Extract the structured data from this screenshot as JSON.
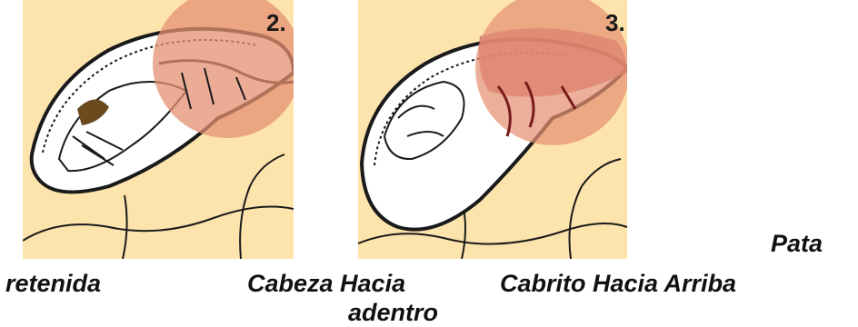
{
  "panels": [
    {
      "number": "2."
    },
    {
      "number": "3."
    }
  ],
  "captions": {
    "pata": "Pata",
    "retenida": "retenida",
    "cabeza_line1": "Cabeza Hacia",
    "cabeza_line2": "adentro",
    "cabrito": "Cabrito Hacia Arriba"
  },
  "colors": {
    "background_fill": "#fde4ad",
    "highlight_circle": "#e49072",
    "outline": "#1a1a1a",
    "uterus_tissue": "#c9646a"
  }
}
